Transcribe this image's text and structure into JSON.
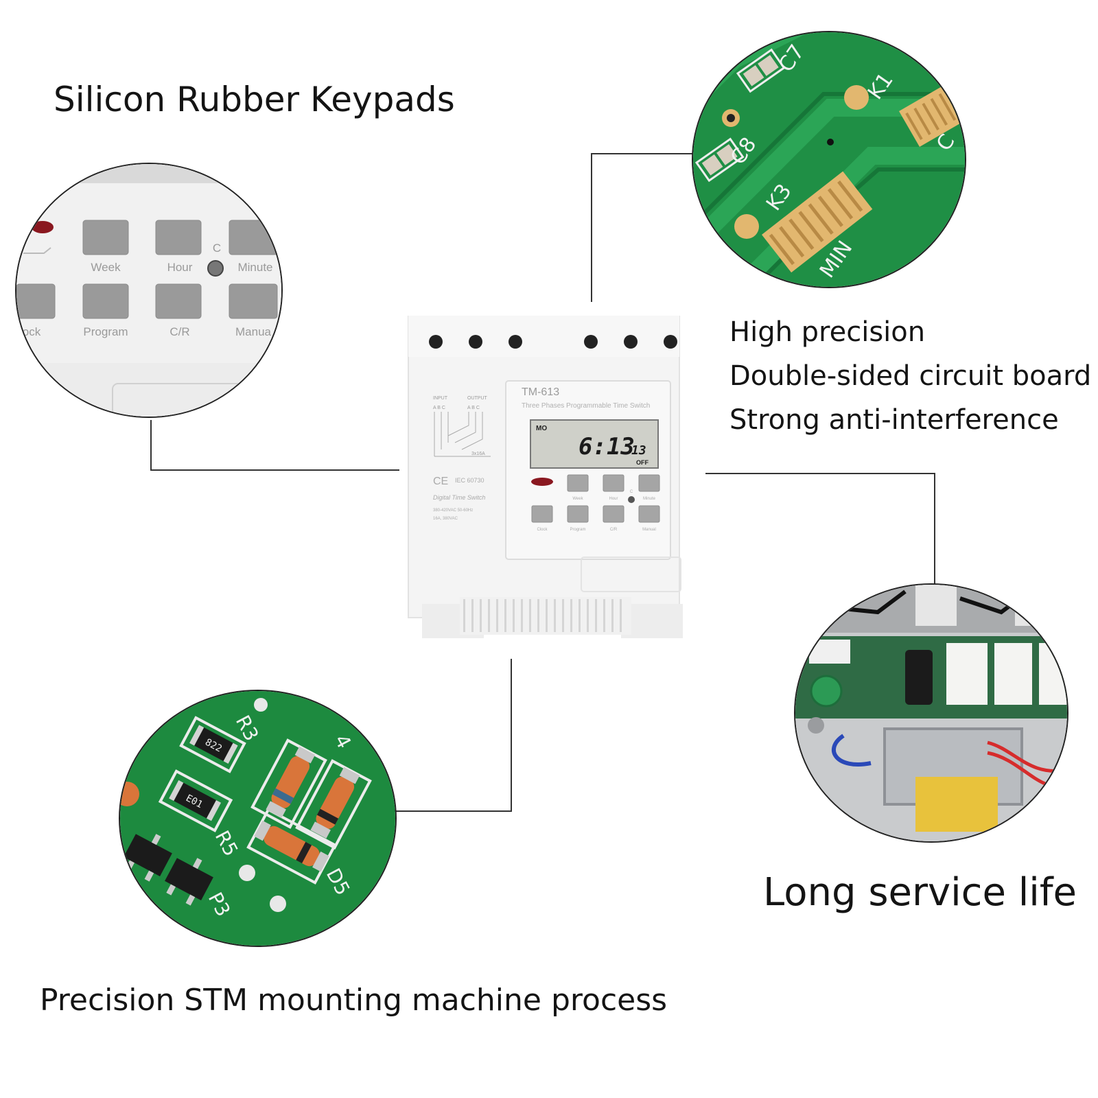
{
  "captions": {
    "keypads": "Silicon Rubber Keypads",
    "pcb_lines": [
      "High precision",
      "Double-sided circuit board",
      "Strong anti-interference"
    ],
    "service_life": "Long service life",
    "smt_process": "Precision STM mounting machine process"
  },
  "keypad_closeup": {
    "labels": [
      "Week",
      "Hour",
      "Minute",
      "ock",
      "Program",
      "C/R",
      "Manua"
    ],
    "c_mark": "C"
  },
  "pcb_top_closeup": {
    "silkscreen": [
      "C7",
      "C8",
      "K1",
      "K3",
      "MIN",
      "C"
    ]
  },
  "pcb_bottom_closeup": {
    "silkscreen": [
      "R3",
      "R5",
      "D5",
      "P3",
      "4"
    ],
    "chip_codes": [
      "822",
      "E01"
    ]
  },
  "device": {
    "model": "TM-613",
    "subtitle": "Three Phases Programmable Time Switch",
    "lcd_day": "MO",
    "lcd_time": "6:13",
    "lcd_seconds": "13",
    "lcd_state": "OFF",
    "input_label": "INPUT",
    "output_label": "OUTPUT",
    "phase_labels": "A B C",
    "rating_label": "3x16A",
    "ce_mark": "CE",
    "standard": "IEC 60730",
    "type_label": "Digital Time Switch",
    "spec_line1": "380-420VAC   50-60Hz",
    "spec_line2": "16A, 380VAC",
    "buttons": [
      "Week",
      "Hour",
      "Minute",
      "Clock",
      "Program",
      "C/R",
      "Manual"
    ],
    "c_mark": "C"
  },
  "colors": {
    "pcb_green": "#1f8f45",
    "pad_gold": "#e2b76f",
    "button_grey": "#9a9a9a",
    "lcd_bg": "#cfd0c9"
  }
}
